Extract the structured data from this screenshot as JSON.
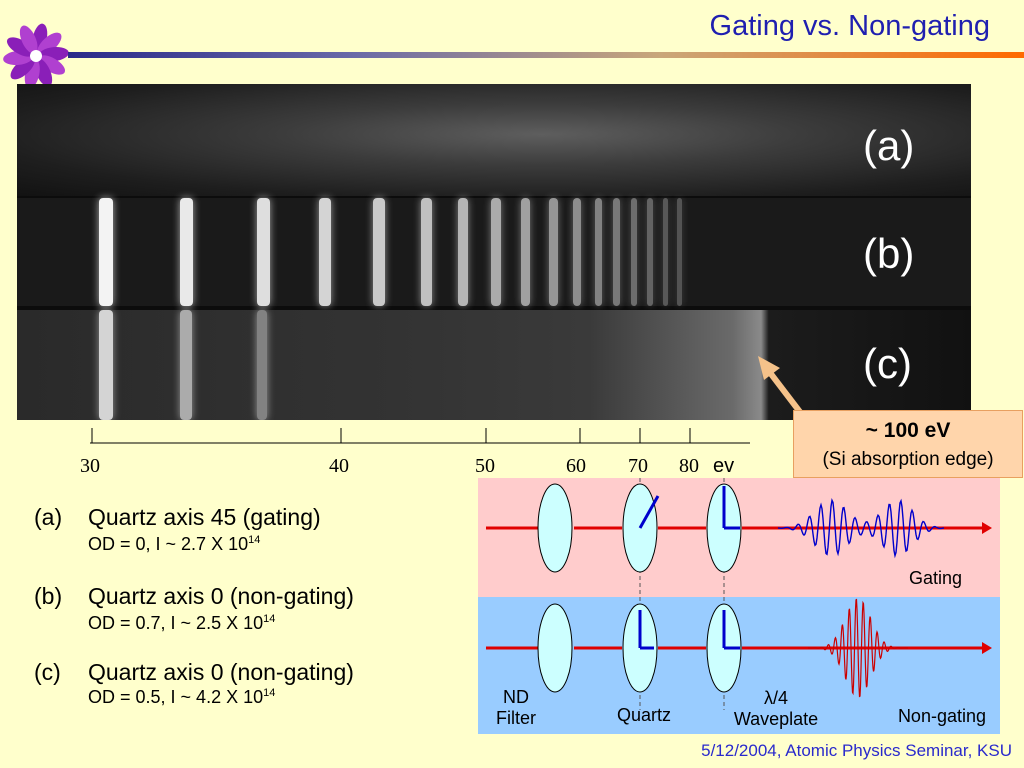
{
  "title": "Gating vs. Non-gating",
  "panels": [
    "(a)",
    "(b)",
    "(c)"
  ],
  "axis": {
    "ticks": [
      {
        "label": "30"
      },
      {
        "label": "40"
      },
      {
        "label": "50"
      },
      {
        "label": "60"
      },
      {
        "label": "70"
      },
      {
        "label": "80"
      }
    ],
    "unit": "ev"
  },
  "callout": {
    "main": "~ 100 eV",
    "sub": "(Si absorption edge)"
  },
  "descriptions": [
    {
      "label": "(a)",
      "text": "Quartz axis 45 (gating)",
      "od": "OD = 0, I ~ 2.7 X 10",
      "exp": "14"
    },
    {
      "label": "(b)",
      "text": "Quartz axis 0 (non-gating)",
      "od": "OD = 0.7, I ~ 2.5 X 10",
      "exp": "14"
    },
    {
      "label": "(c)",
      "text": "Quartz axis 0 (non-gating)",
      "od": "OD = 0.5, I ~ 4.2 X 10",
      "exp": "14"
    }
  ],
  "diagram": {
    "gating_label": "Gating",
    "nongating_label": "Non-gating",
    "nd_line1": "ND",
    "nd_line2": "Filter",
    "quartz": "Quartz",
    "wp_line1": "λ/4",
    "wp_line2": "Waveplate",
    "colors": {
      "top_bg": "#FFCCCC",
      "bottom_bg": "#99CCFF",
      "beam": "#E00000",
      "axis_line": "#0000CC"
    }
  },
  "footer": "5/12/2004, Atomic Physics Seminar, KSU"
}
